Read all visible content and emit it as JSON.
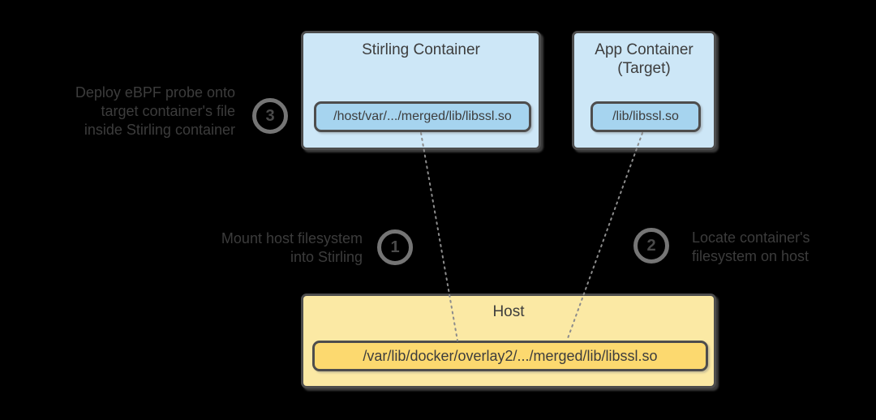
{
  "diagram": {
    "background": "#000000",
    "boxes": {
      "stirling": {
        "title": "Stirling Container",
        "path": "/host/var/.../merged/lib/libssl.so",
        "fill": "#cde7f7",
        "inner_fill": "#a6d4ef"
      },
      "app": {
        "title_line1": "App Container",
        "title_line2": "(Target)",
        "path": "/lib/libssl.so",
        "fill": "#cde7f7",
        "inner_fill": "#a6d4ef"
      },
      "host": {
        "title": "Host",
        "path": "/var/lib/docker/overlay2/.../merged/lib/libssl.so",
        "fill": "#fbe9a4",
        "inner_fill": "#fcd96f"
      }
    },
    "steps": {
      "step1": {
        "number": "1",
        "line1": "Mount host filesystem",
        "line2": "into Stirling"
      },
      "step2": {
        "number": "2",
        "line1": "Locate container's",
        "line2": "filesystem on host"
      },
      "step3": {
        "number": "3",
        "line1": "Deploy eBPF probe onto",
        "line2": "target container's file",
        "line3": "inside Stirling container"
      }
    },
    "colors": {
      "border": "#4d4d4d",
      "text": "#3d3d3d",
      "circle_border": "#757575",
      "connector": "#8c8c8c"
    }
  }
}
